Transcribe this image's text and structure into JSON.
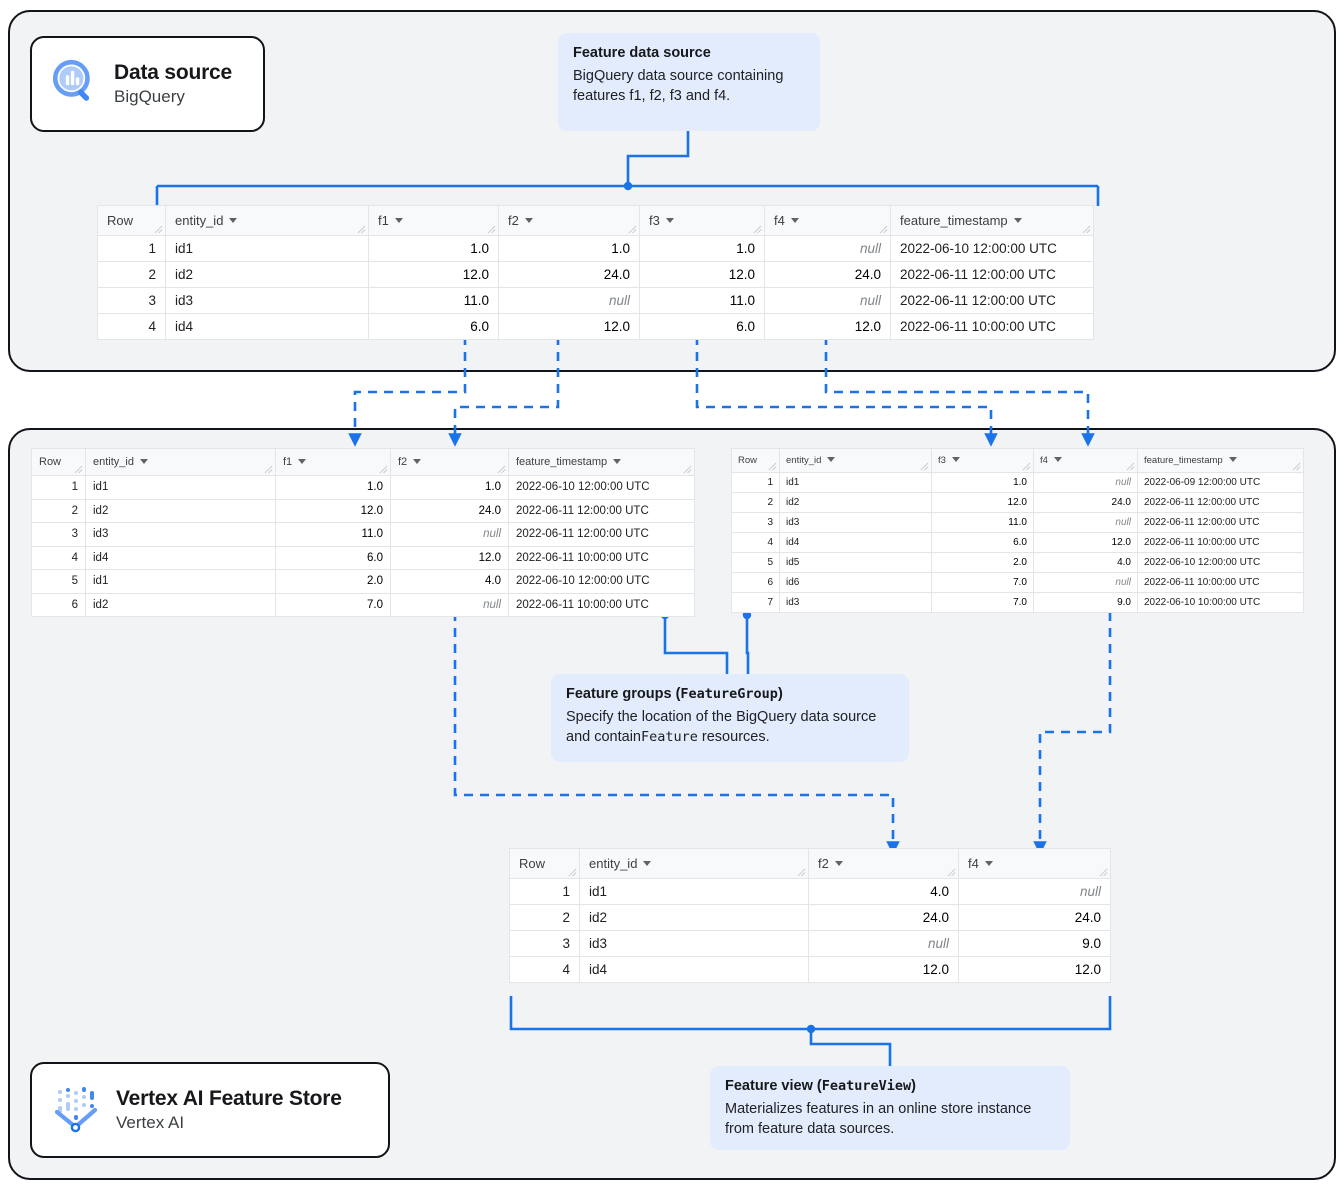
{
  "page": {
    "accent": "#1a73e8",
    "note_bg": "#e3ecfd",
    "panel_bg": "#f1f3f4"
  },
  "products": {
    "data_source": {
      "icon": "bigquery-search-icon",
      "title": "Data source",
      "subtitle": "BigQuery"
    },
    "feature_store": {
      "icon": "vertex-ai-funnel-icon",
      "title": "Vertex AI Feature Store",
      "subtitle": "Vertex AI"
    }
  },
  "notes": {
    "feature_data_source": {
      "title": "Feature data source",
      "body": "BigQuery data source containing features f1, f2, f3 and f4."
    },
    "feature_groups": {
      "title_plain": "Feature groups (",
      "title_mono": "FeatureGroup",
      "title_close": ")",
      "body_a": "Specify the location of the BigQuery data source and contain",
      "body_mono": "Feature",
      "body_b": " resources."
    },
    "feature_view": {
      "title_plain": "Feature view (",
      "title_mono": "FeatureView",
      "title_close": ")",
      "body": "Materializes features in an online store instance from feature data sources."
    }
  },
  "tables": {
    "source": {
      "name": "source-table",
      "columns": [
        "Row",
        "entity_id",
        "f1",
        "f2",
        "f3",
        "f4",
        "feature_timestamp"
      ],
      "rows": [
        [
          "1",
          "id1",
          "1.0",
          "1.0",
          "1.0",
          "null",
          "2022-06-10 12:00:00 UTC"
        ],
        [
          "2",
          "id2",
          "12.0",
          "24.0",
          "12.0",
          "24.0",
          "2022-06-11 12:00:00 UTC"
        ],
        [
          "3",
          "id3",
          "11.0",
          "null",
          "11.0",
          "null",
          "2022-06-11 12:00:00 UTC"
        ],
        [
          "4",
          "id4",
          "6.0",
          "12.0",
          "6.0",
          "12.0",
          "2022-06-11 10:00:00 UTC"
        ]
      ]
    },
    "group_left": {
      "name": "feature-group-1-table",
      "columns": [
        "Row",
        "entity_id",
        "f1",
        "f2",
        "feature_timestamp"
      ],
      "rows": [
        [
          "1",
          "id1",
          "1.0",
          "1.0",
          "2022-06-10 12:00:00 UTC"
        ],
        [
          "2",
          "id2",
          "12.0",
          "24.0",
          "2022-06-11 12:00:00 UTC"
        ],
        [
          "3",
          "id3",
          "11.0",
          "null",
          "2022-06-11 12:00:00 UTC"
        ],
        [
          "4",
          "id4",
          "6.0",
          "12.0",
          "2022-06-11 10:00:00 UTC"
        ],
        [
          "5",
          "id1",
          "2.0",
          "4.0",
          "2022-06-10 12:00:00 UTC"
        ],
        [
          "6",
          "id2",
          "7.0",
          "null",
          "2022-06-11 10:00:00 UTC"
        ]
      ]
    },
    "group_right": {
      "name": "feature-group-2-table",
      "columns": [
        "Row",
        "entity_id",
        "f3",
        "f4",
        "feature_timestamp"
      ],
      "rows": [
        [
          "1",
          "id1",
          "1.0",
          "null",
          "2022-06-09 12:00:00 UTC"
        ],
        [
          "2",
          "id2",
          "12.0",
          "24.0",
          "2022-06-11 12:00:00 UTC"
        ],
        [
          "3",
          "id3",
          "11.0",
          "null",
          "2022-06-11 12:00:00 UTC"
        ],
        [
          "4",
          "id4",
          "6.0",
          "12.0",
          "2022-06-11 10:00:00 UTC"
        ],
        [
          "5",
          "id5",
          "2.0",
          "4.0",
          "2022-06-10 12:00:00 UTC"
        ],
        [
          "6",
          "id6",
          "7.0",
          "null",
          "2022-06-11 10:00:00 UTC"
        ],
        [
          "7",
          "id3",
          "7.0",
          "9.0",
          "2022-06-10 10:00:00 UTC"
        ]
      ]
    },
    "view": {
      "name": "feature-view-table",
      "columns": [
        "Row",
        "entity_id",
        "f2",
        "f4"
      ],
      "rows": [
        [
          "1",
          "id1",
          "4.0",
          "null"
        ],
        [
          "2",
          "id2",
          "24.0",
          "24.0"
        ],
        [
          "3",
          "id3",
          "null",
          "9.0"
        ],
        [
          "4",
          "id4",
          "12.0",
          "12.0"
        ]
      ]
    }
  }
}
